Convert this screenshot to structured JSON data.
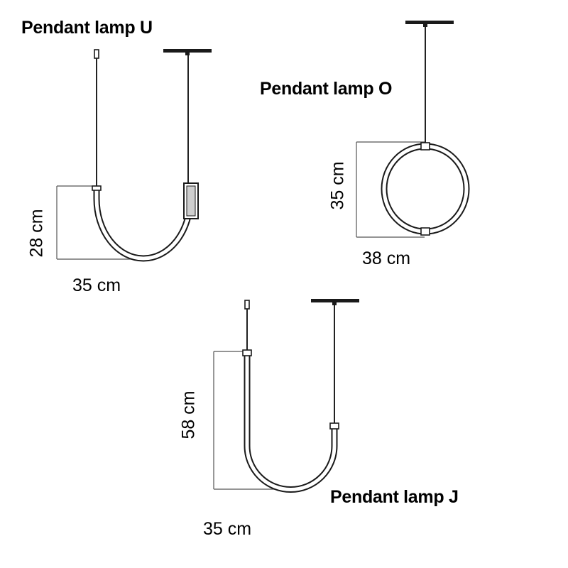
{
  "lamps": {
    "u": {
      "title": "Pendant lamp U",
      "height": "28 cm",
      "width": "35 cm"
    },
    "o": {
      "title": "Pendant lamp O",
      "height": "35 cm",
      "width": "38 cm"
    },
    "j": {
      "title": "Pendant lamp J",
      "height": "58 cm",
      "width": "35 cm"
    }
  },
  "colors": {
    "line": "#1a1a1a",
    "dimension_line": "#555555",
    "text": "#000000",
    "background": "#ffffff"
  }
}
